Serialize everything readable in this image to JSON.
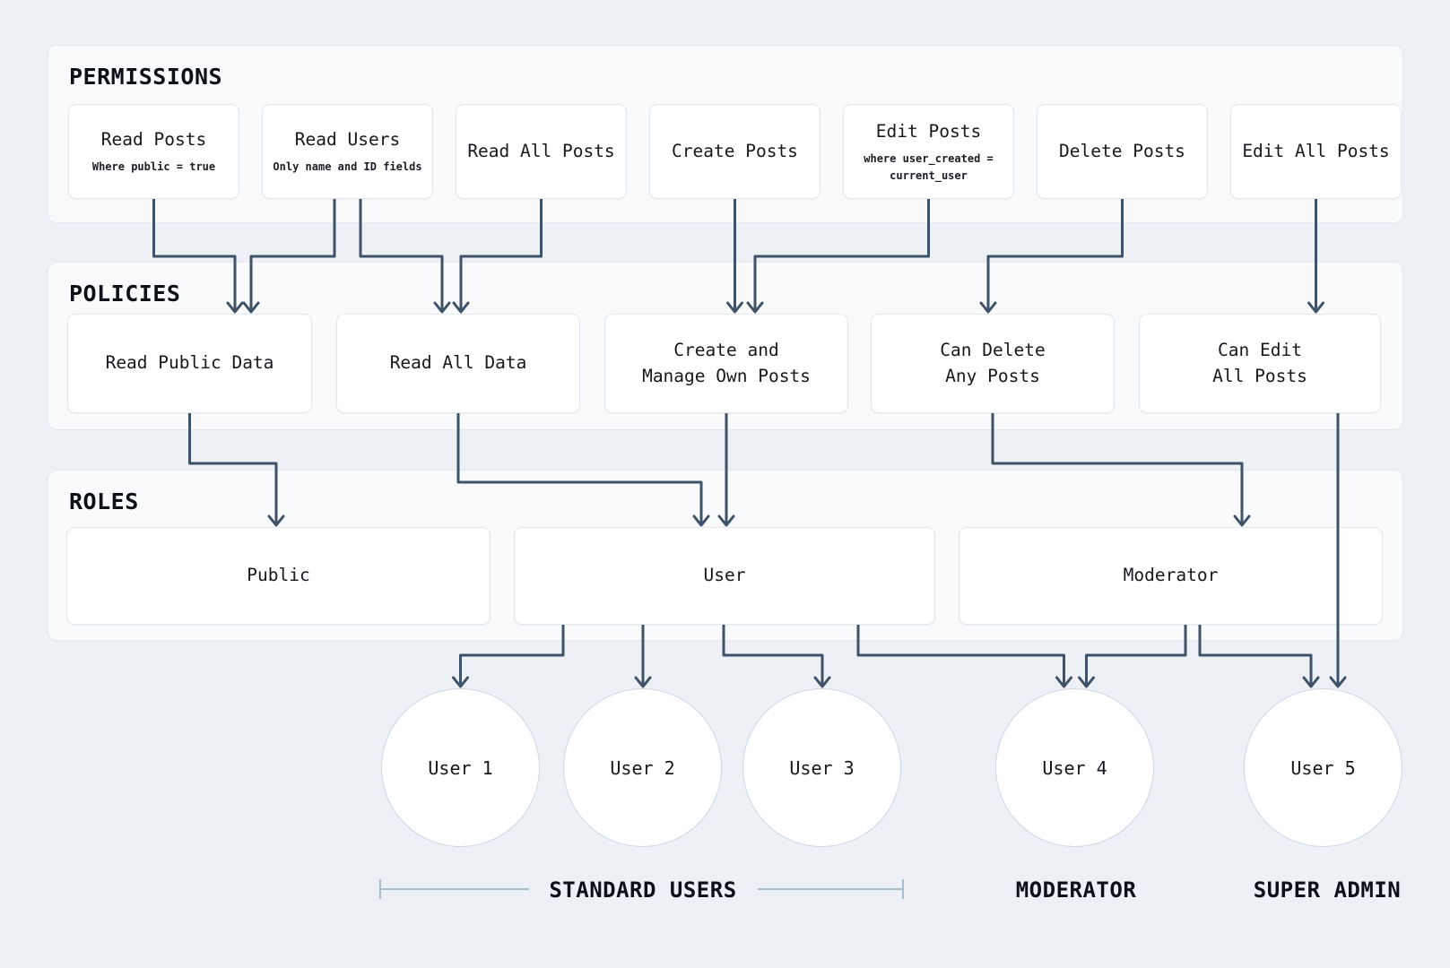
{
  "sections": {
    "permissions": {
      "heading": "PERMISSIONS",
      "items": [
        {
          "label": "Read Posts",
          "sublabel": "Where public = true"
        },
        {
          "label": "Read Users",
          "sublabel": "Only name and ID fields"
        },
        {
          "label": "Read All Posts"
        },
        {
          "label": "Create Posts"
        },
        {
          "label": "Edit Posts",
          "sublabel": "where user_created = current_user"
        },
        {
          "label": "Delete Posts"
        },
        {
          "label": "Edit All Posts"
        }
      ]
    },
    "policies": {
      "heading": "POLICIES",
      "items": [
        {
          "label": "Read Public Data"
        },
        {
          "label": "Read All Data"
        },
        {
          "label": "Create and\nManage Own Posts"
        },
        {
          "label": "Can Delete\nAny Posts"
        },
        {
          "label": "Can Edit\nAll Posts"
        }
      ]
    },
    "roles": {
      "heading": "ROLES",
      "items": [
        {
          "label": "Public"
        },
        {
          "label": "User"
        },
        {
          "label": "Moderator"
        }
      ]
    }
  },
  "users": [
    {
      "label": "User 1"
    },
    {
      "label": "User 2"
    },
    {
      "label": "User 3"
    },
    {
      "label": "User 4"
    },
    {
      "label": "User 5"
    }
  ],
  "groups": {
    "standard_users": {
      "label": "STANDARD USERS"
    },
    "moderator": {
      "label": "MODERATOR"
    },
    "super_admin": {
      "label": "SUPER ADMIN"
    }
  },
  "colors": {
    "background": "#edf1f6",
    "panel": "#f8fafc",
    "panel_border": "#e4e9ef",
    "node_border": "#e3e8ee",
    "circle_border": "#ccd7e2",
    "arrow": "#3e5368",
    "bracket": "#a9bfd0",
    "text": "#16181d"
  }
}
